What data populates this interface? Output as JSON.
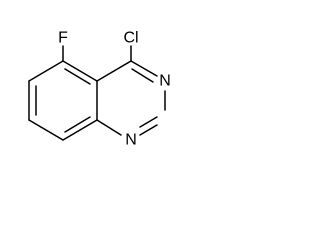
{
  "structure": {
    "atoms": {
      "fluorine": "F",
      "chlorine": "Cl",
      "nitrogen_3": "N",
      "nitrogen_1": "N"
    },
    "colors": {
      "bond": "#000000",
      "label": "#000000",
      "background": "#ffffff"
    }
  }
}
